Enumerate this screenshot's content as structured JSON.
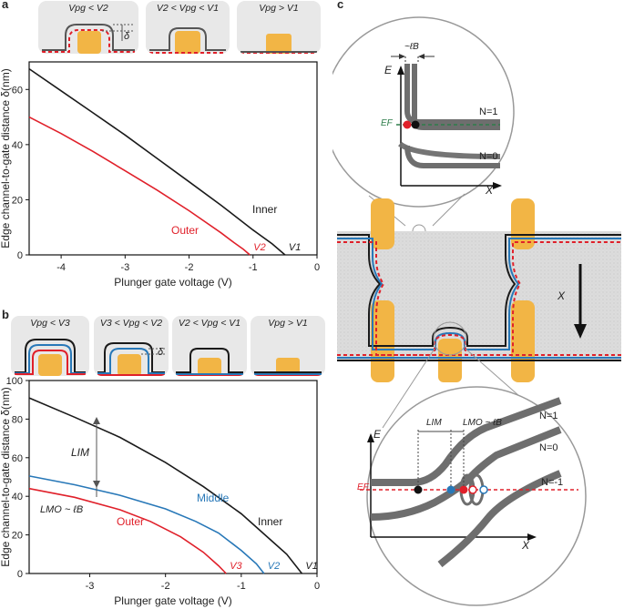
{
  "panels": {
    "a": "a",
    "b": "b",
    "c": "c"
  },
  "panel_a": {
    "thumbnails": [
      {
        "label": "Vpg < V2",
        "delta": "δ"
      },
      {
        "label": "V2 < Vpg < V1"
      },
      {
        "label": "Vpg > V1"
      }
    ]
  },
  "panel_b": {
    "thumbnails": [
      {
        "label": "Vpg < V3"
      },
      {
        "label": "V3 < Vpg < V2",
        "delta": "δ"
      },
      {
        "label": "V2 < Vpg < V1"
      },
      {
        "label": "Vpg > V1"
      }
    ],
    "annotations": {
      "lim": "LIM",
      "lmo": "LMO ~ ℓB"
    }
  },
  "panel_c": {
    "top_inset": {
      "y_axis": "E",
      "x_axis": "X",
      "fermi": "EF",
      "width_label": "~ℓB",
      "levels": [
        "N=1",
        "N=0"
      ]
    },
    "middle": {
      "x_axis": "X"
    },
    "bottom_inset": {
      "y_axis": "E",
      "x_axis": "X",
      "fermi": "EF",
      "lim": "LIM",
      "lmo": "LMO ~ ℓB",
      "levels": [
        "N=1",
        "N=0",
        "N=-1"
      ]
    }
  },
  "colors": {
    "inner": "#1a1a1a",
    "middle": "#2878b8",
    "outer": "#e0202a",
    "gate": "#f2b545",
    "level": "#6e6e6e",
    "fermi_green": "#2e7d4a"
  },
  "chart_data": [
    {
      "type": "line",
      "xlabel": "Plunger gate voltage (V)",
      "ylabel": "Edge channel-to-gate distance δ(nm)",
      "xlim": [
        -4.5,
        0
      ],
      "ylim": [
        0,
        70
      ],
      "xticks": [
        -4,
        -3,
        -2,
        -1,
        0
      ],
      "yticks": [
        0,
        20,
        40,
        60
      ],
      "series": [
        {
          "name": "Inner",
          "color": "#1a1a1a",
          "end_label": "V1",
          "x": [
            -4.5,
            -4.0,
            -3.5,
            -3.0,
            -2.5,
            -2.0,
            -1.5,
            -1.0,
            -0.7,
            -0.5
          ],
          "y": [
            67.5,
            59.5,
            51.5,
            43.5,
            35,
            26.5,
            18,
            9,
            4,
            0
          ]
        },
        {
          "name": "Outer",
          "color": "#e0202a",
          "end_label": "V2",
          "x": [
            -4.5,
            -4.0,
            -3.5,
            -3.0,
            -2.5,
            -2.0,
            -1.5,
            -1.3,
            -1.15,
            -1.05
          ],
          "y": [
            50,
            44,
            37.5,
            30.5,
            23.5,
            16,
            8,
            4.5,
            2,
            0
          ]
        }
      ]
    },
    {
      "type": "line",
      "xlabel": "Plunger gate voltage (V)",
      "ylabel": "Edge channel-to-gate distance δ(nm)",
      "xlim": [
        -3.8,
        0
      ],
      "ylim": [
        0,
        100
      ],
      "xticks": [
        -3,
        -2,
        -1,
        0
      ],
      "yticks": [
        0,
        20,
        40,
        60,
        80,
        100
      ],
      "series": [
        {
          "name": "Inner",
          "color": "#1a1a1a",
          "end_label": "V1",
          "x": [
            -3.8,
            -3.2,
            -2.6,
            -2.0,
            -1.5,
            -1.0,
            -0.6,
            -0.4,
            -0.2
          ],
          "y": [
            91,
            81,
            70.5,
            57.5,
            45,
            31,
            17,
            10,
            0
          ]
        },
        {
          "name": "Middle",
          "color": "#2878b8",
          "end_label": "V2",
          "x": [
            -3.8,
            -3.2,
            -2.6,
            -2.0,
            -1.6,
            -1.3,
            -1.0,
            -0.8,
            -0.7
          ],
          "y": [
            50.5,
            46,
            40.5,
            33.5,
            27,
            21,
            12,
            5,
            0
          ]
        },
        {
          "name": "Outer",
          "color": "#e0202a",
          "end_label": "V3",
          "x": [
            -3.8,
            -3.2,
            -2.6,
            -2.2,
            -1.8,
            -1.5,
            -1.3,
            -1.2
          ],
          "y": [
            44,
            39.5,
            33,
            27,
            19,
            11,
            4,
            0
          ]
        }
      ]
    }
  ]
}
